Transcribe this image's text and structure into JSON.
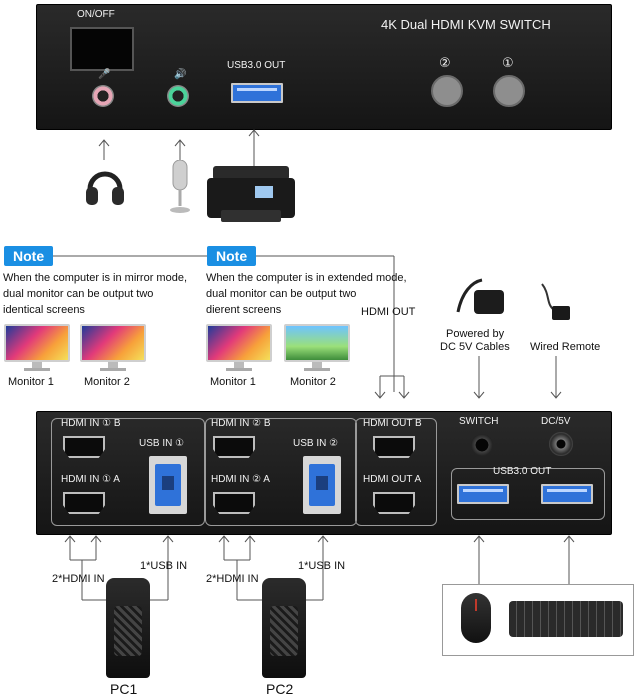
{
  "top_panel": {
    "title": "4K Dual HDMI KVM SWITCH",
    "power_label": "ON/OFF",
    "usb_out_label": "USB3.0 OUT",
    "button_2": "②",
    "button_1": "①"
  },
  "notes": [
    {
      "badge": "Note",
      "lines": [
        "When the computer is in mirror mode,",
        "dual monitor can be output two",
        "identical screens"
      ],
      "monitors": [
        "Monitor 1",
        "Monitor 2"
      ]
    },
    {
      "badge": "Note",
      "lines": [
        "When the computer is in extended mode,",
        "dual monitor can be output two",
        "dierent screens"
      ],
      "monitors": [
        "Monitor 1",
        "Monitor 2"
      ]
    }
  ],
  "hdmi_out_label": "HDMI OUT",
  "power_cable_label": [
    "Powered by",
    "DC 5V Cables"
  ],
  "wired_remote_label": "Wired Remote",
  "back_panel": {
    "hdmi_in_1b": "HDMI IN ① B",
    "hdmi_in_1a": "HDMI IN ① A",
    "usb_in_1": "USB IN ①",
    "hdmi_in_2b": "HDMI IN ② B",
    "hdmi_in_2a": "HDMI IN ② A",
    "usb_in_2": "USB IN ②",
    "hdmi_out_b": "HDMI OUT B",
    "hdmi_out_a": "HDMI OUT A",
    "switch": "SWITCH",
    "dc": "DC/5V",
    "usb_out": "USB3.0 OUT"
  },
  "pcs": [
    {
      "hdmi_label": "2*HDMI IN",
      "usb_label": "1*USB IN",
      "name": "PC1"
    },
    {
      "hdmi_label": "2*HDMI IN",
      "usb_label": "1*USB IN",
      "name": "PC2"
    }
  ],
  "icons": {
    "headphones": "headphones-icon",
    "microphone": "microphone-icon",
    "printer": "printer-icon",
    "power_adapter": "power-adapter-icon",
    "remote": "wired-remote-icon",
    "mouse": "mouse-icon",
    "keyboard": "keyboard-icon"
  },
  "colors": {
    "note_badge": "#1a8fe3",
    "usb_blue": "#2f72d9",
    "panel": "#1c1c1c"
  }
}
